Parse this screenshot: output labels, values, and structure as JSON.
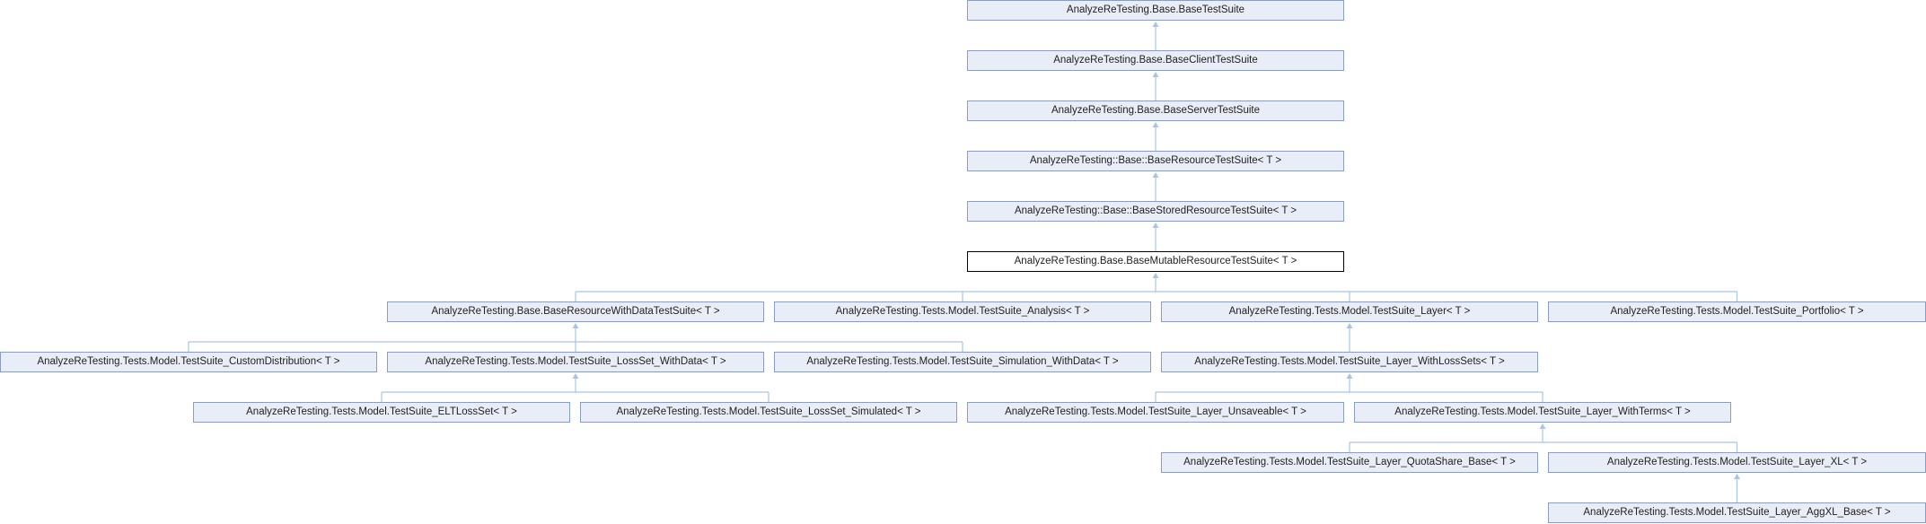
{
  "diagram": {
    "colors": {
      "node_fill": "#e8edf7",
      "node_border": "#8a9dc0",
      "current_fill": "#ffffff",
      "current_border": "#000000",
      "edge": "#a6c4e5"
    },
    "current_class": "base-mutable",
    "nodes": [
      {
        "id": "base-test-suite",
        "label": "AnalyzeReTesting.Base.BaseTestSuite",
        "parent": null
      },
      {
        "id": "base-client",
        "label": "AnalyzeReTesting.Base.BaseClientTestSuite",
        "parent": "base-test-suite"
      },
      {
        "id": "base-server",
        "label": "AnalyzeReTesting.Base.BaseServerTestSuite",
        "parent": "base-client"
      },
      {
        "id": "base-resource",
        "label": "AnalyzeReTesting::Base::BaseResourceTestSuite< T >",
        "parent": "base-server"
      },
      {
        "id": "base-stored",
        "label": "AnalyzeReTesting::Base::BaseStoredResourceTestSuite< T >",
        "parent": "base-resource"
      },
      {
        "id": "base-mutable",
        "label": "AnalyzeReTesting.Base.BaseMutableResourceTestSuite< T >",
        "parent": "base-stored"
      },
      {
        "id": "base-resource-with-data",
        "label": "AnalyzeReTesting.Base.BaseResourceWithDataTestSuite< T >",
        "parent": "base-mutable"
      },
      {
        "id": "analysis",
        "label": "AnalyzeReTesting.Tests.Model.TestSuite_Analysis< T >",
        "parent": "base-mutable"
      },
      {
        "id": "layer",
        "label": "AnalyzeReTesting.Tests.Model.TestSuite_Layer< T >",
        "parent": "base-mutable"
      },
      {
        "id": "portfolio",
        "label": "AnalyzeReTesting.Tests.Model.TestSuite_Portfolio< T >",
        "parent": "base-mutable"
      },
      {
        "id": "custom-distribution",
        "label": "AnalyzeReTesting.Tests.Model.TestSuite_CustomDistribution< T >",
        "parent": "base-resource-with-data"
      },
      {
        "id": "lossset-withdata",
        "label": "AnalyzeReTesting.Tests.Model.TestSuite_LossSet_WithData< T >",
        "parent": "base-resource-with-data"
      },
      {
        "id": "simulation-withdata",
        "label": "AnalyzeReTesting.Tests.Model.TestSuite_Simulation_WithData< T >",
        "parent": "base-resource-with-data"
      },
      {
        "id": "layer-withlosssets",
        "label": "AnalyzeReTesting.Tests.Model.TestSuite_Layer_WithLossSets< T >",
        "parent": "layer"
      },
      {
        "id": "elt-lossset",
        "label": "AnalyzeReTesting.Tests.Model.TestSuite_ELTLossSet< T >",
        "parent": "lossset-withdata"
      },
      {
        "id": "lossset-simulated",
        "label": "AnalyzeReTesting.Tests.Model.TestSuite_LossSet_Simulated< T >",
        "parent": "lossset-withdata"
      },
      {
        "id": "layer-unsaveable",
        "label": "AnalyzeReTesting.Tests.Model.TestSuite_Layer_Unsaveable< T >",
        "parent": "layer-withlosssets"
      },
      {
        "id": "layer-withterms",
        "label": "AnalyzeReTesting.Tests.Model.TestSuite_Layer_WithTerms< T >",
        "parent": "layer-withlosssets"
      },
      {
        "id": "layer-quotashare",
        "label": "AnalyzeReTesting.Tests.Model.TestSuite_Layer_QuotaShare_Base< T >",
        "parent": "layer-withterms"
      },
      {
        "id": "layer-xl",
        "label": "AnalyzeReTesting.Tests.Model.TestSuite_Layer_XL< T >",
        "parent": "layer-withterms"
      },
      {
        "id": "layer-aggxl",
        "label": "AnalyzeReTesting.Tests.Model.TestSuite_Layer_AggXL_Base< T >",
        "parent": "layer-xl"
      }
    ]
  }
}
